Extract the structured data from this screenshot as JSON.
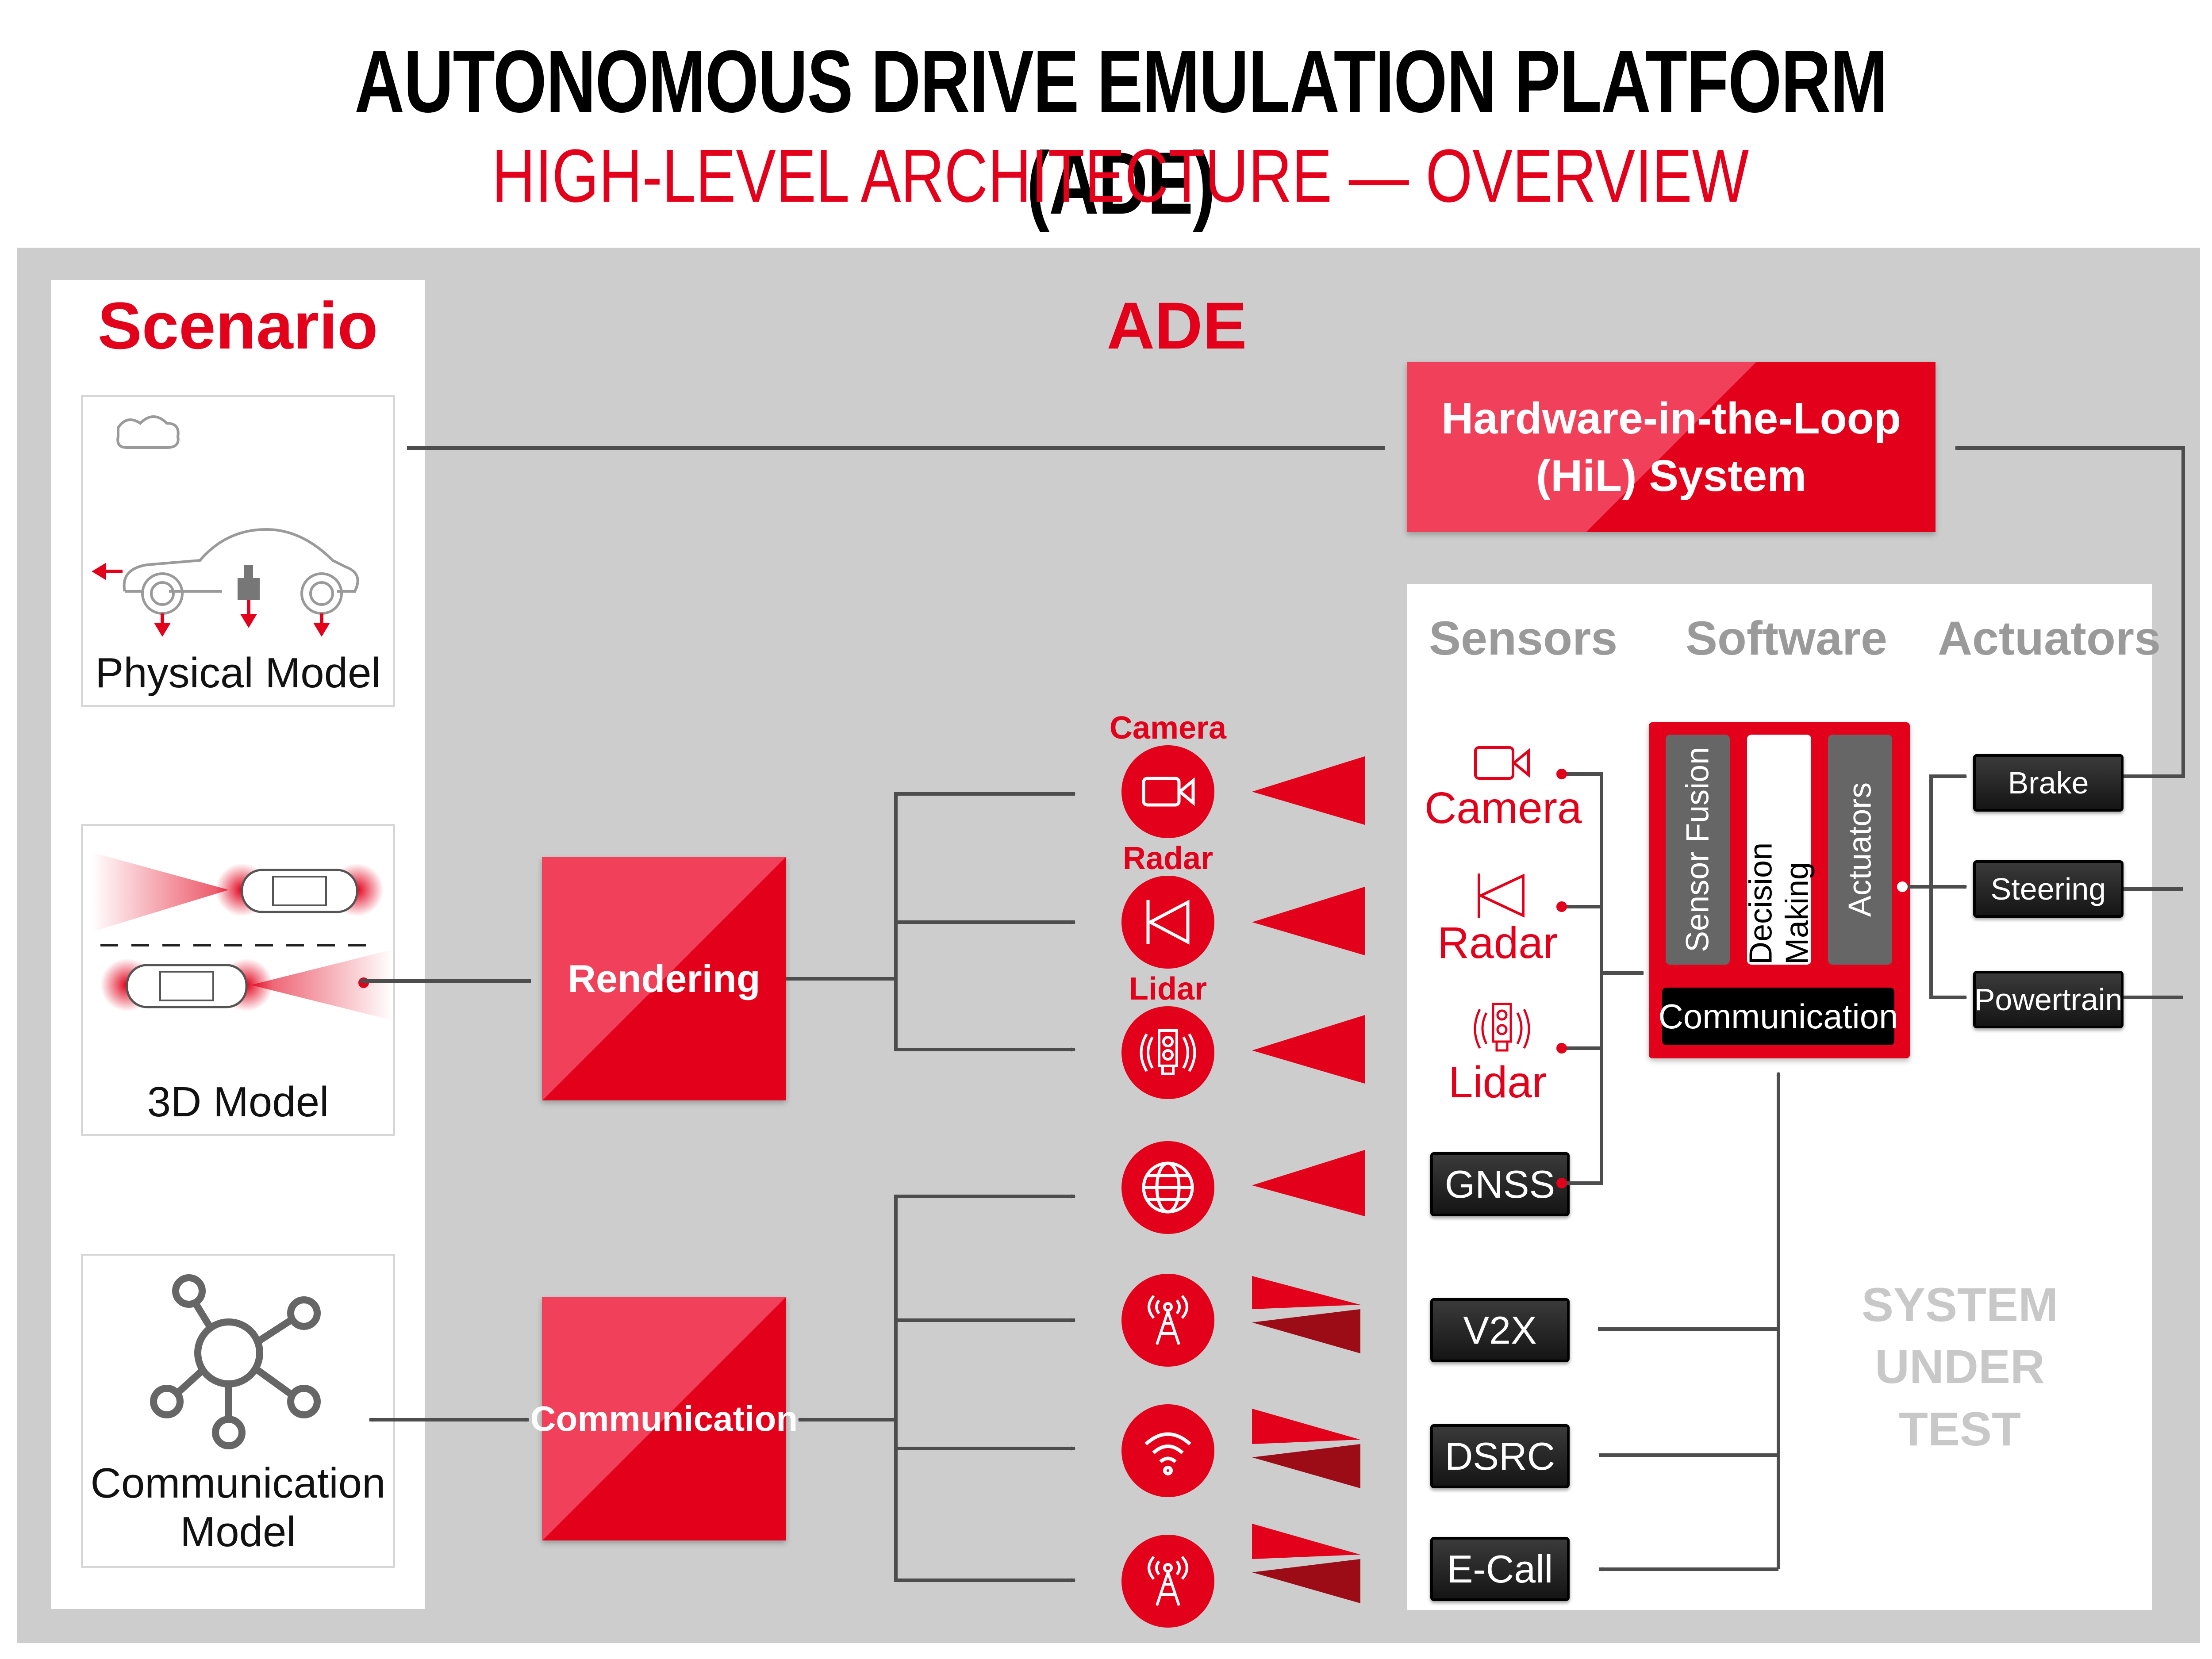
{
  "header": {
    "title": "AUTONOMOUS DRIVE EMULATION PLATFORM (ADE)",
    "subtitle": "HIGH-LEVEL ARCHITECTURE — OVERVIEW"
  },
  "scenario": {
    "heading": "Scenario",
    "cards": [
      {
        "label": "Physical Model"
      },
      {
        "label": "3D Model"
      },
      {
        "label_line1": "Communication",
        "label_line2": "Model"
      }
    ]
  },
  "ade": {
    "heading": "ADE",
    "hil": {
      "line1": "Hardware-in-the-Loop",
      "line2": "(HiL) System"
    },
    "rendering": "Rendering",
    "communication": "Communication",
    "emulators": [
      {
        "label": "Camera",
        "icon": "camera-icon"
      },
      {
        "label": "Radar",
        "icon": "radar-icon"
      },
      {
        "label": "Lidar",
        "icon": "lidar-icon"
      },
      {
        "label": "",
        "icon": "globe-icon"
      },
      {
        "label": "",
        "icon": "antenna-icon"
      },
      {
        "label": "",
        "icon": "wifi-icon"
      },
      {
        "label": "",
        "icon": "antenna-icon"
      }
    ]
  },
  "sut": {
    "columns": [
      "Sensors",
      "Software",
      "Actuators"
    ],
    "sensors": [
      "Camera",
      "Radar",
      "Lidar"
    ],
    "gnss": "GNSS",
    "comm_units": [
      "V2X",
      "DSRC",
      "E-Call"
    ],
    "software_blocks": [
      "Sensor Fusion",
      "Decision Making",
      "Actuators"
    ],
    "software_comm": "Communication",
    "actuators": [
      "Brake",
      "Steering",
      "Powertrain"
    ],
    "label_lines": [
      "SYSTEM",
      "UNDER",
      "TEST"
    ]
  },
  "colors": {
    "accent": "#e2001a",
    "dark_accent": "#9b0c16",
    "panel_bg": "#cdcdcd",
    "arrow": "#4d4d4d"
  }
}
